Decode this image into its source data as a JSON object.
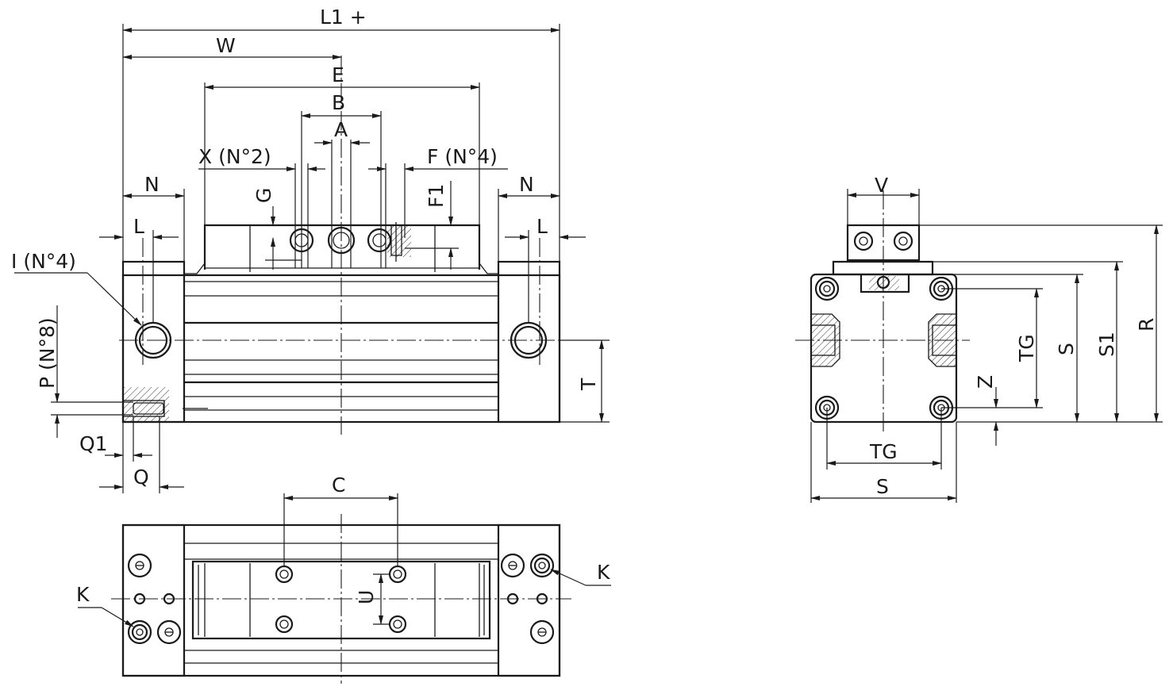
{
  "drawing": {
    "front_view": {
      "labels": {
        "L1": "L1 +",
        "W": "W",
        "E": "E",
        "B": "B",
        "A": "A",
        "X": "X (N°2)",
        "F": "F (N°4)",
        "G": "G",
        "F1": "F1",
        "N_left": "N",
        "N_right": "N",
        "L_left": "L",
        "L_right": "L",
        "I": "I (N°4)",
        "P": "P (N°8)",
        "T": "T",
        "Q1": "Q1",
        "Q": "Q"
      }
    },
    "top_view": {
      "labels": {
        "C": "C",
        "U": "U",
        "K_left": "K",
        "K_right": "K"
      }
    },
    "side_view": {
      "labels": {
        "V": "V",
        "TG_vertical": "TG",
        "S_vertical": "S",
        "S1": "S1",
        "R": "R",
        "Z": "Z",
        "TG_horizontal": "TG",
        "S_horizontal": "S"
      }
    }
  }
}
